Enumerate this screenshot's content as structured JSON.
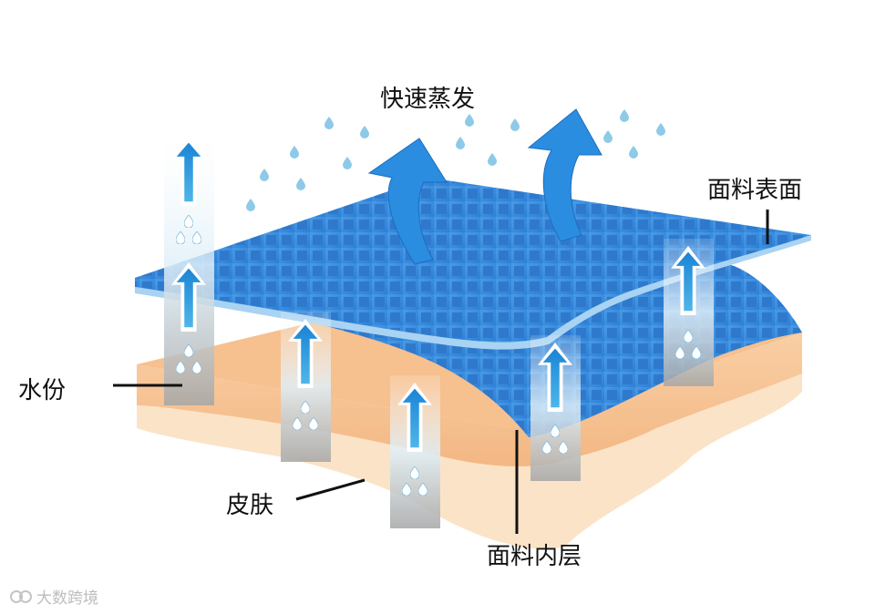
{
  "diagram": {
    "labels": {
      "evaporation": "快速蒸发",
      "fabric_surface": "面料表面",
      "moisture": "水份",
      "skin": "皮肤",
      "fabric_inner": "面料内层"
    },
    "watermark": "大数跨境",
    "colors": {
      "fabric_blue": "#3a8ee0",
      "fabric_dark": "#1f6fc4",
      "skin": "#f7c79a",
      "arrow": "#1e88d8",
      "droplet": "#8ecae8"
    },
    "icons": [
      "up-arrow-icon",
      "droplet-icon",
      "curved-arrow-icon"
    ]
  }
}
